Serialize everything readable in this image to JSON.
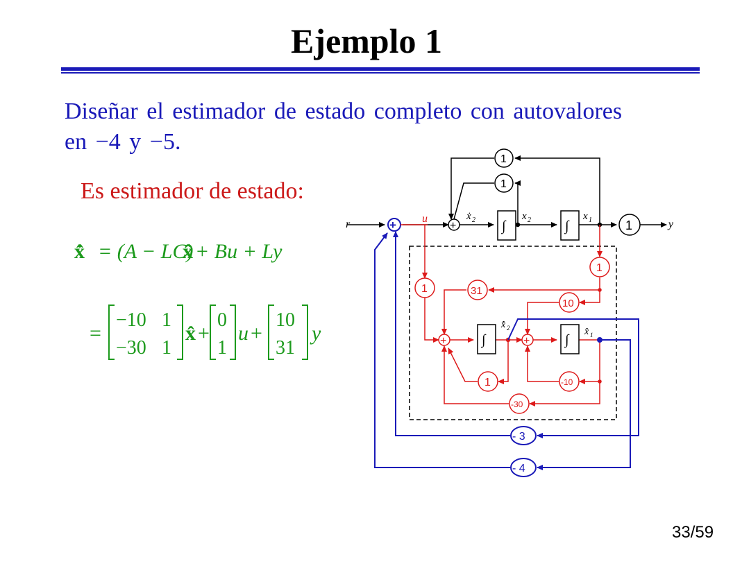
{
  "slide": {
    "title": "Ejemplo 1",
    "text_line1": "Diseñar el estimador de estado completo con autovalores",
    "text_line2": "en  −4  y  −5.",
    "subtitle": "Es estimador de estado:",
    "page": "33/59"
  },
  "equations": {
    "eq1_lhs": "x̂̇",
    "eq1_rhs_a": "= (A − LC)",
    "eq1_rhs_b": "x̂",
    "eq1_rhs_c": "+ Bu + Ly",
    "eq2_matrix_A": [
      [
        "−10",
        "1"
      ],
      [
        "−30",
        "1"
      ]
    ],
    "eq2_vec_B": [
      "0",
      "1"
    ],
    "eq2_vec_L": [
      "10",
      "31"
    ],
    "eq2_eq": "=",
    "eq2_xhat": "x̂",
    "eq2_plus1": "+",
    "eq2_u": "u",
    "eq2_plus2": "+",
    "eq2_y": "y"
  },
  "diagram": {
    "signals": {
      "r": "r",
      "u": "u",
      "x2dot": "ẋ",
      "x2dot_sub": "2",
      "x2": "x",
      "x2_sub": "2",
      "x1": "x",
      "x1_sub": "1",
      "y": "y",
      "xhat2dot": "x̂̇",
      "xhat2dot_sub": "2",
      "xhat1": "x̂",
      "xhat1_sub": "1"
    },
    "plant_gains": [
      "1",
      "1",
      "1"
    ],
    "observer_gains": [
      "1",
      "31",
      "10",
      "1",
      "-10",
      "-30"
    ],
    "feedback_gains": [
      "- 3",
      "- 4"
    ],
    "sum_symbol": "+",
    "integrator_symbol": "∫",
    "colors": {
      "plant": "#000000",
      "observer": "#dd1a1a",
      "feedback": "#1a1ab8",
      "text_blue": "#1a1ab8",
      "text_red": "#cc1a1a",
      "equation": "#1c9a1c"
    }
  }
}
